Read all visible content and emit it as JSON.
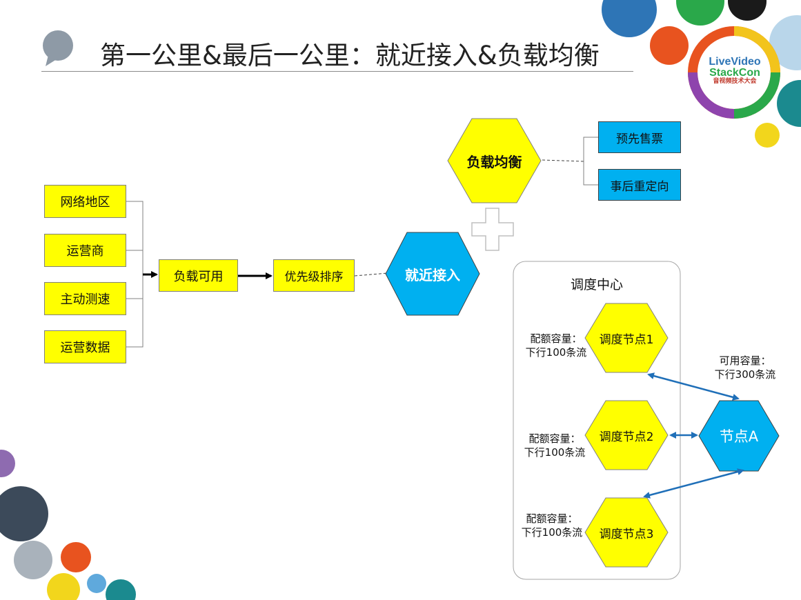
{
  "slide": {
    "title": "第一公里&最后一公里：就近接入&负载均衡",
    "logo_text": {
      "line1": "LiveVideo",
      "line2": "StackCon",
      "line3": "音视频技术大会"
    }
  },
  "colors": {
    "yellow": "#ffff00",
    "blue": "#00b0f0",
    "arrow_blue": "#1f6fb8"
  },
  "inputs": [
    "网络地区",
    "运营商",
    "主动测速",
    "运营数据"
  ],
  "flow": {
    "available": "负载可用",
    "priority": "优先级排序",
    "nearby": "就近接入"
  },
  "load_balance": {
    "label": "负载均衡",
    "options": [
      "预先售票",
      "事后重定向"
    ]
  },
  "plus_icon": "plus-icon",
  "scheduler": {
    "title": "调度中心",
    "nodes": [
      {
        "label": "调度节点1",
        "quota_line1": "配额容量：",
        "quota_line2": "下行100条流"
      },
      {
        "label": "调度节点2",
        "quota_line1": "配额容量：",
        "quota_line2": "下行100条流"
      },
      {
        "label": "调度节点3",
        "quota_line1": "配额容量：",
        "quota_line2": "下行100条流"
      }
    ]
  },
  "node_a": {
    "label": "节点A",
    "capacity_line1": "可用容量：",
    "capacity_line2": "下行300条流"
  }
}
